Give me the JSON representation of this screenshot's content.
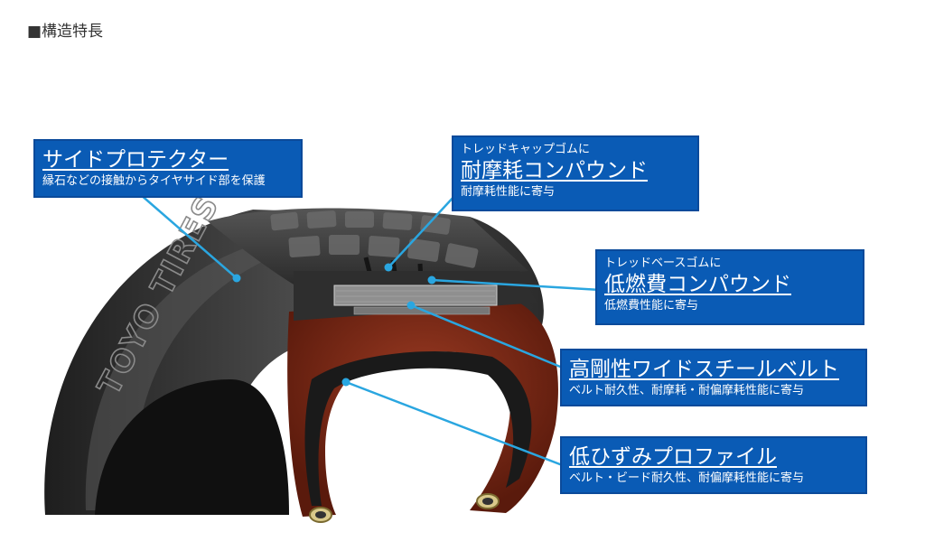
{
  "section_title": "■構造特長",
  "brand_text": "TOYO TIRES",
  "callouts": [
    {
      "title": "サイドプロテクター",
      "subtitle": "縁石などの接触からタイヤサイド部を保護"
    },
    {
      "pretitle": "トレッドキャップゴムに",
      "title": "耐摩耗コンパウンド",
      "subtitle": "耐摩耗性能に寄与"
    },
    {
      "pretitle": "トレッドベースゴムに",
      "title": "低燃費コンパウンド",
      "subtitle": "低燃費性能に寄与"
    },
    {
      "title": "高剛性ワイドスチールベルト",
      "subtitle": "ベルト耐久性、耐摩耗・耐偏摩耗性能に寄与"
    },
    {
      "title": "低ひずみプロファイル",
      "subtitle": "ベルト・ビード耐久性、耐偏摩耗性能に寄与"
    }
  ],
  "colors": {
    "callout_bg": "#0a5bb5",
    "leader_line": "#2aa6e0",
    "casing": "#7a2a18",
    "tire": "#3a3a3a"
  }
}
